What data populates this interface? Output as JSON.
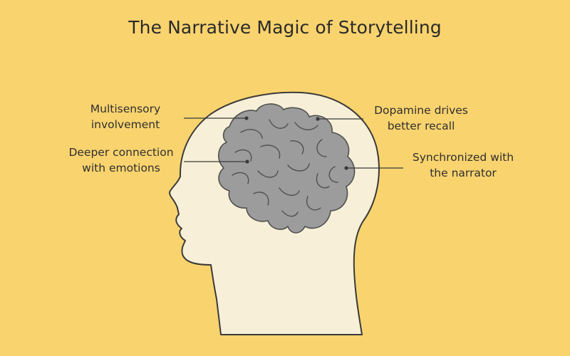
{
  "title": "The Narrative Magic of Storytelling",
  "labels": {
    "top_left": {
      "line1": "Multisensory",
      "line2": "involvement"
    },
    "middle_left": {
      "line1": "Deeper connection",
      "line2": "with emotions"
    },
    "top_right": {
      "line1": "Dopamine drives",
      "line2": "better recall"
    },
    "middle_right": {
      "line1": "Synchronized with",
      "line2": "the narrator"
    }
  },
  "colors": {
    "background": "#F9D36E",
    "head_fill": "#F7EFD7",
    "head_outline": "#3A3A3A",
    "brain_fill": "#9C9C9C",
    "brain_outline": "#505050",
    "leader_line": "#3A3A3A"
  },
  "icons": {
    "head": "head-profile-icon",
    "brain": "brain-icon"
  }
}
